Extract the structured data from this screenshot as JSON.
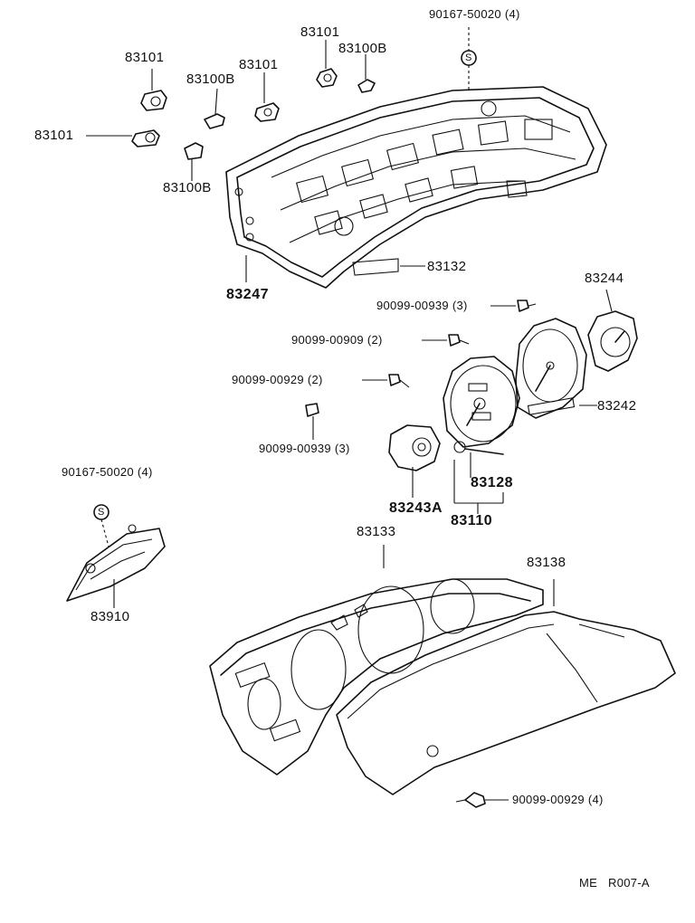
{
  "labels": {
    "p83101_a": "83101",
    "p83101_b": "83101",
    "p83101_c": "83101",
    "p83101_d": "83101",
    "p83100b_a": "83100B",
    "p83100b_b": "83100B",
    "p83100b_c": "83100B",
    "p90167_top": "90167-50020 (4)",
    "p83247": "83247",
    "p83132": "83132",
    "p83244": "83244",
    "p90099_00939_a": "90099-00939 (3)",
    "p90099_00909": "90099-00909 (2)",
    "p90099_00929_a": "90099-00929 (2)",
    "p83242": "83242",
    "p90099_00939_b": "90099-00939 (3)",
    "p83128": "83128",
    "p83243a": "83243A",
    "p83110": "83110",
    "p90167_left": "90167-50020 (4)",
    "p83910": "83910",
    "p83133": "83133",
    "p83138": "83138",
    "p90099_00929_b": "90099-00929 (4)"
  },
  "symbols": {
    "s_mark": "S"
  },
  "footer": {
    "code_left": "ME",
    "code_right": "R007-A"
  }
}
